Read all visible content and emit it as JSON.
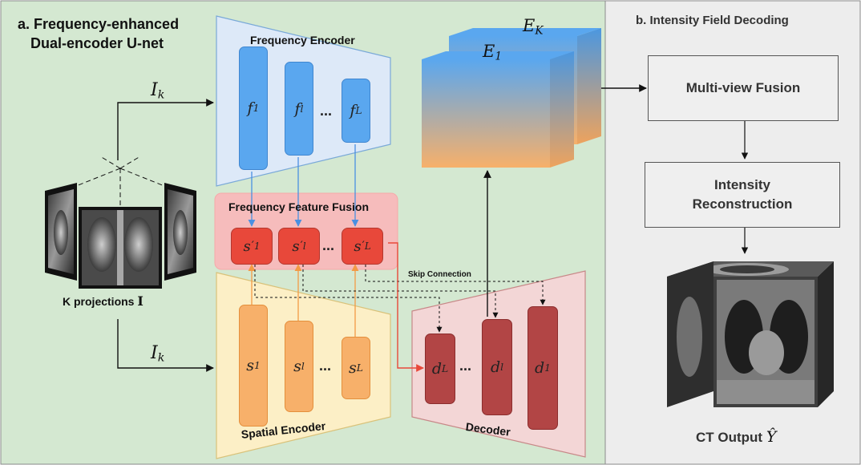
{
  "panel_a": {
    "title_line1": "a. Frequency-enhanced",
    "title_line2": "Dual-encoder U-net"
  },
  "panel_b": {
    "title": "b. Intensity Field Decoding"
  },
  "input": {
    "label": "K projections",
    "label_symbol": "I",
    "arrow_label_top": "I",
    "arrow_label_top_sub": "k",
    "arrow_label_bottom": "I",
    "arrow_label_bottom_sub": "k"
  },
  "frequency_encoder": {
    "title": "Frequency Encoder",
    "bars": [
      {
        "sym": "f",
        "sub": "1"
      },
      {
        "sym": "f",
        "sub": "l"
      },
      {
        "sym": "f",
        "sub": "L"
      }
    ],
    "dots": "..."
  },
  "fusion": {
    "title": "Frequency Feature Fusion",
    "nodes": [
      {
        "sym": "s",
        "sub": "1"
      },
      {
        "sym": "s",
        "sub": "l"
      },
      {
        "sym": "s",
        "sub": "L"
      }
    ],
    "dots": "..."
  },
  "spatial_encoder": {
    "title": "Spatial Encoder",
    "bars": [
      {
        "sym": "s",
        "sub": "1"
      },
      {
        "sym": "s",
        "sub": "l"
      },
      {
        "sym": "s",
        "sub": "L"
      }
    ],
    "dots": "..."
  },
  "decoder": {
    "title": "Decoder",
    "bars": [
      {
        "sym": "d",
        "sub": "L"
      },
      {
        "sym": "d",
        "sub": "l"
      },
      {
        "sym": "d",
        "sub": "1"
      }
    ],
    "dots": "..."
  },
  "skip_label": "Skip Connection",
  "feature_maps": {
    "front": {
      "sym": "E",
      "sub": "1"
    },
    "back": {
      "sym": "E",
      "sub": "K"
    }
  },
  "steps": {
    "fusion": "Multi-view Fusion",
    "recon_line1": "Intensity",
    "recon_line2": "Reconstruction"
  },
  "output": {
    "label": "CT Output",
    "symbol": "Ŷ"
  },
  "colors": {
    "panel_a_bg": "#d4e8d1",
    "freq_bg": "#dde9f8",
    "spatial_bg": "#fcefc6",
    "decoder_bg": "#f3d6d6",
    "fusion_bg": "#f6bcbc",
    "blue": "#5aa7ef",
    "orange": "#f7b06a",
    "red": "#e8483a",
    "dark_red": "#b24545"
  }
}
